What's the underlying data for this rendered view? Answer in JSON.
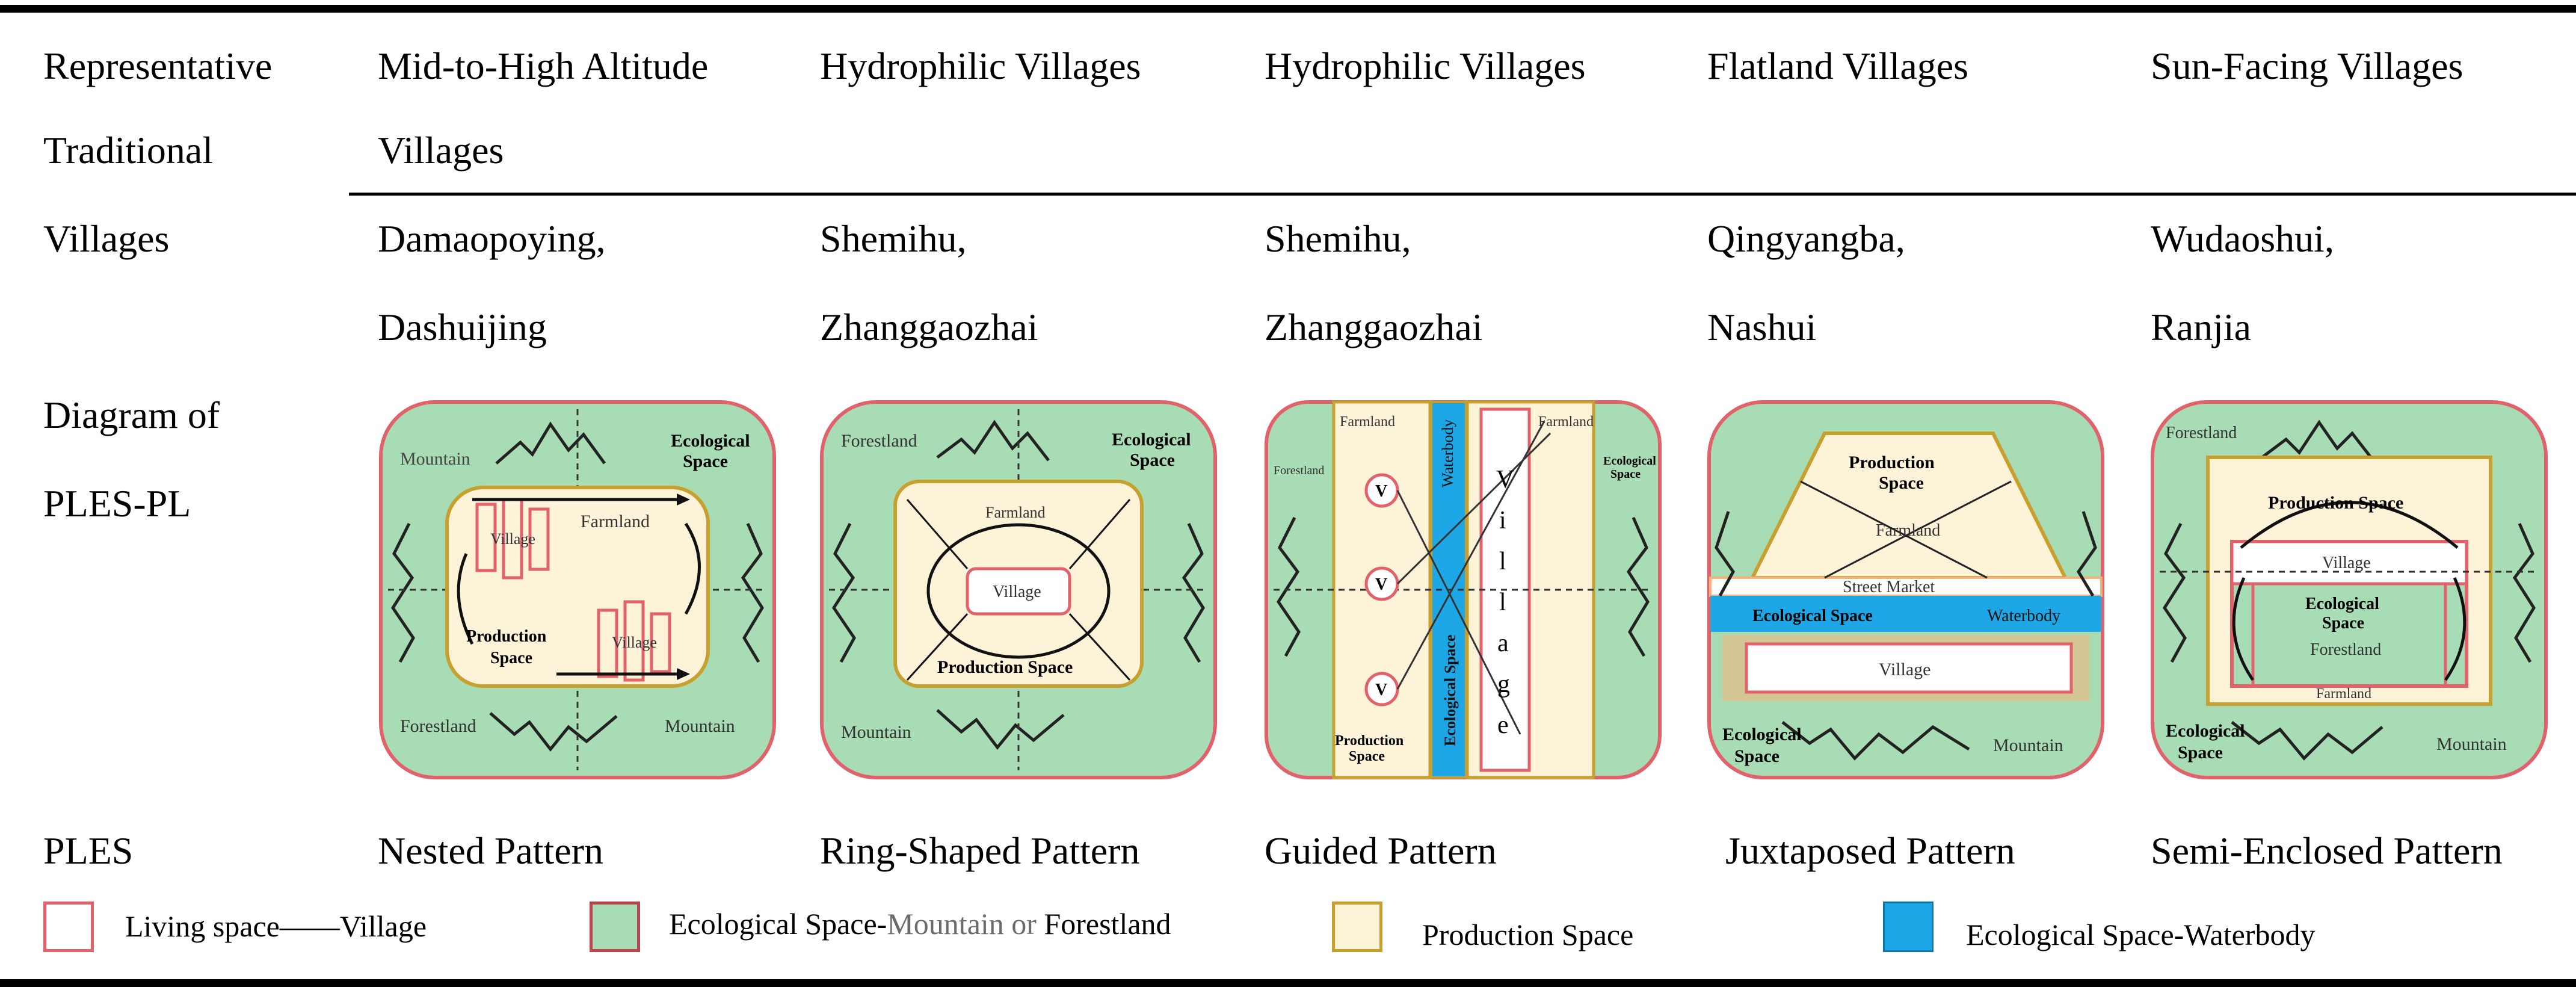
{
  "header": {
    "row_label_line1": "Representative",
    "row_label_line2": "Traditional",
    "row_label_line3": "Villages",
    "columns": [
      {
        "type_line1": "Mid-to-High Altitude",
        "type_line2": "Villages",
        "villages_line1": "Damaopoying,",
        "villages_line2": "Dashuijing"
      },
      {
        "type_line1": "Hydrophilic Villages",
        "type_line2": "",
        "villages_line1": "Shemihu,",
        "villages_line2": "Zhanggaozhai"
      },
      {
        "type_line1": "Hydrophilic Villages",
        "type_line2": "",
        "villages_line1": "Shemihu,",
        "villages_line2": "Zhanggaozhai"
      },
      {
        "type_line1": "Flatland Villages",
        "type_line2": "",
        "villages_line1": "Qingyangba,",
        "villages_line2": "Nashui"
      },
      {
        "type_line1": "Sun-Facing Villages",
        "type_line2": "",
        "villages_line1": "Wudaoshui,",
        "villages_line2": "Ranjia"
      }
    ]
  },
  "diagram_row": {
    "label_line1": "Diagram of",
    "label_line2": "PLES-PL"
  },
  "diagrams": {
    "nested": {
      "mountain_a": "Mountain",
      "eco_1": "Ecological",
      "eco_2": "Space",
      "farmland": "Farmland",
      "village_a": "Village",
      "village_b": "Village",
      "prod_1": "Production",
      "prod_2": "Space",
      "forestland": "Forestland",
      "mountain_b": "Mountain"
    },
    "ring": {
      "forestland": "Forestland",
      "eco_1": "Ecological",
      "eco_2": "Space",
      "farmland": "Farmland",
      "village": "Village",
      "production": "Production Space",
      "mountain": "Mountain"
    },
    "guided": {
      "farmland_left": "Farmland",
      "forestland": "Forestland",
      "waterbody": "Waterbody",
      "v_letter": "V",
      "village_letters": [
        "V",
        "i",
        "l",
        "l",
        "a",
        "g",
        "e"
      ],
      "farmland_right": "Farmland",
      "eco_1": "Ecological",
      "eco_2": "Space",
      "eco_vertical": "Ecological Space",
      "prod_1": "Production",
      "prod_2": "Space"
    },
    "juxtaposed": {
      "prod_1": "Production",
      "prod_2": "Space",
      "farmland": "Farmland",
      "street_market": "Street Market",
      "eco_space": "Ecological Space",
      "waterbody": "Waterbody",
      "village": "Village",
      "eco_1": "Ecological",
      "eco_2": "Space",
      "mountain": "Mountain"
    },
    "semi": {
      "forestland_top": "Forestland",
      "production": "Production Space",
      "village": "Village",
      "eco_1": "Ecological",
      "eco_2": "Space",
      "forestland_inner": "Forestland",
      "farmland": "Farmland",
      "eco_b1": "Ecological",
      "eco_b2": "Space",
      "mountain": "Mountain"
    }
  },
  "ples_row": {
    "label": "PLES",
    "patterns": [
      "Nested Pattern",
      "Ring-Shaped Pattern",
      "Guided Pattern",
      "Juxtaposed Pattern",
      "Semi-Enclosed Pattern"
    ]
  },
  "legend": {
    "living": "Living space——Village",
    "ecological_a": "Ecological Space-",
    "ecological_b": "Mountain",
    "ecological_c": " or ",
    "ecological_d": "Forestland",
    "production": "Production Space",
    "waterbody": "Ecological Space-Waterbody"
  },
  "colors": {
    "green": "#a8dcb4",
    "pink_border": "#e2626c",
    "production_fill": "#fdf3d8",
    "production_border": "#c8a030",
    "water": "#1ea7e6",
    "orange": "#f5b27a"
  }
}
